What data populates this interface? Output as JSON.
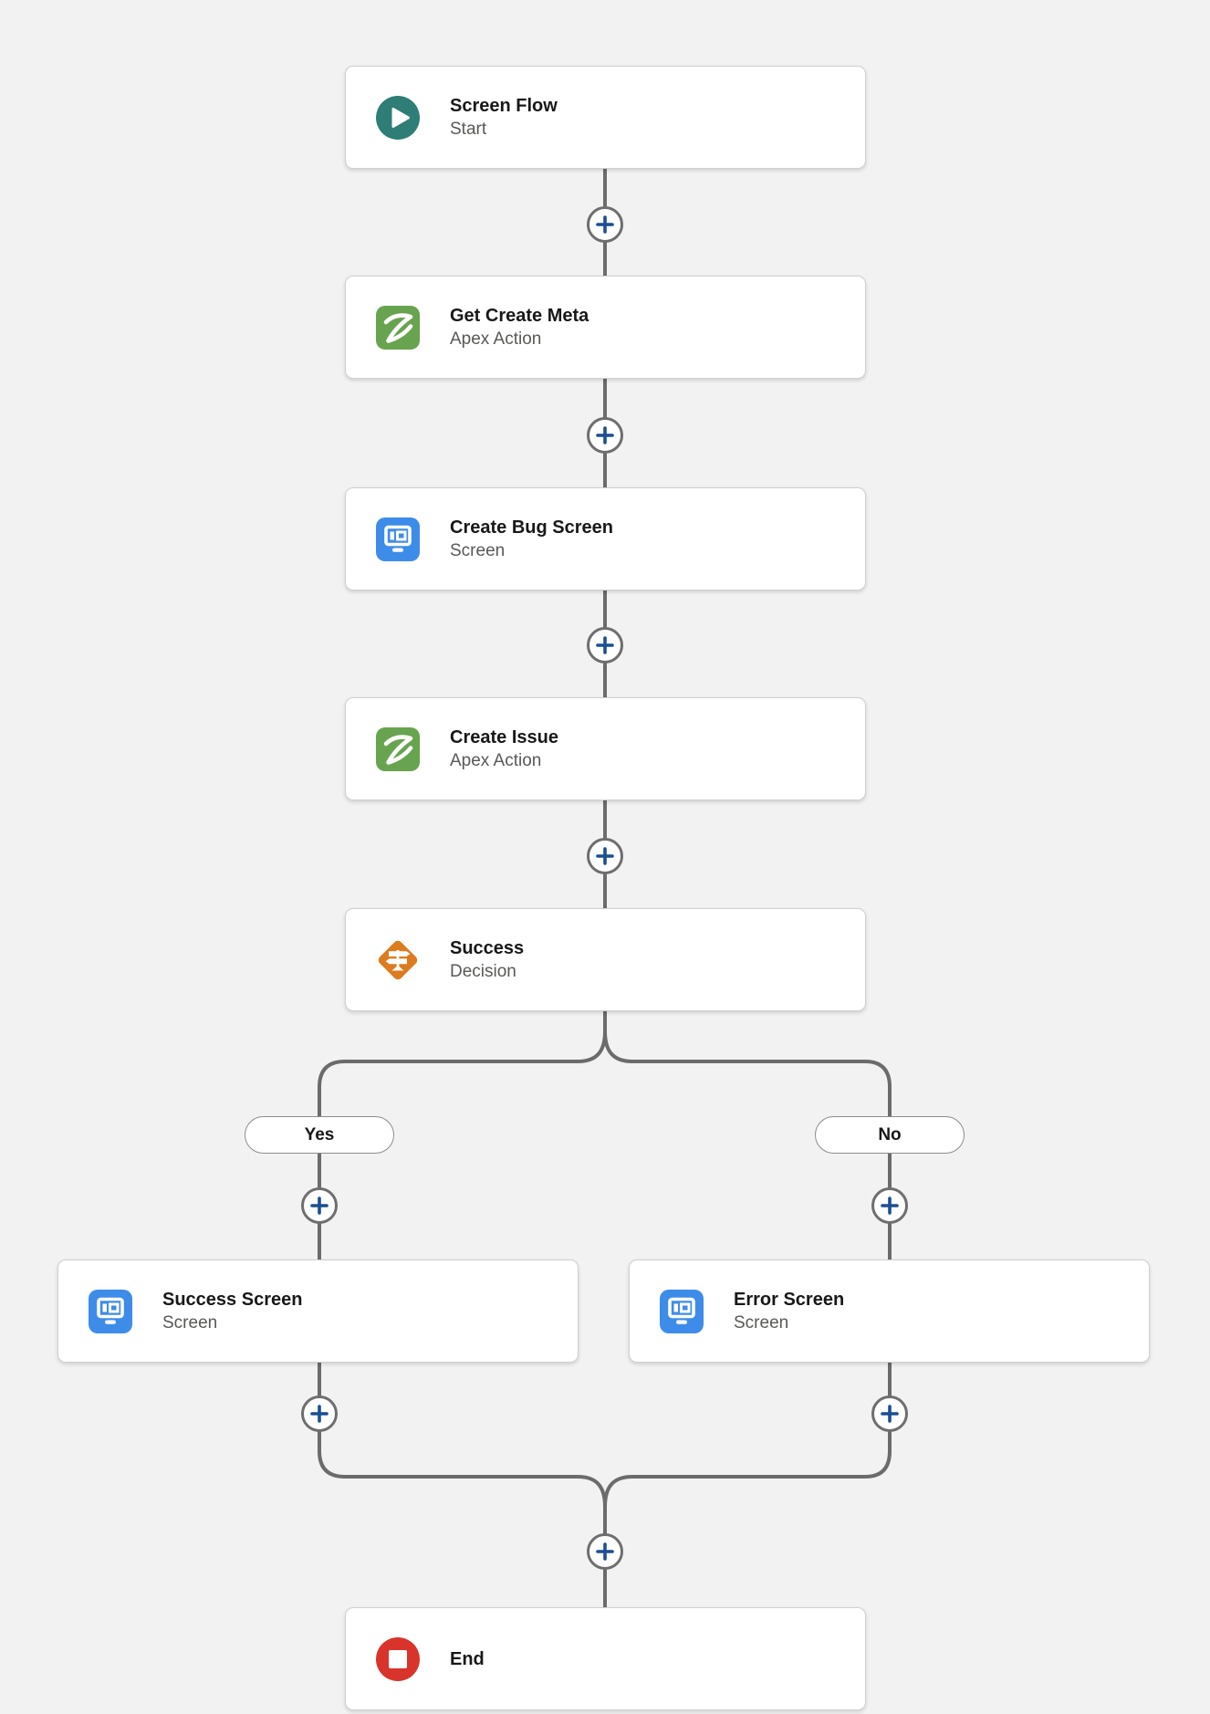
{
  "colors": {
    "canvas_bg": "#f2f2f2",
    "connector": "#6b6b6b",
    "plus_glyph": "#1a4f91",
    "plus_ring": "#6e6e6e",
    "start_icon_bg": "#2e7d77",
    "apex_icon_bg": "#68a44f",
    "screen_icon_bg": "#3e8ce9",
    "decision_icon_bg": "#dd7b1f",
    "end_icon_bg": "#d9342b"
  },
  "flow": {
    "nodes": [
      {
        "title": "Screen Flow",
        "subtitle": "Start",
        "icon": "play-circle-icon"
      },
      {
        "title": "Get Create Meta",
        "subtitle": "Apex Action",
        "icon": "apex-z-icon"
      },
      {
        "title": "Create Bug Screen",
        "subtitle": "Screen",
        "icon": "screen-icon"
      },
      {
        "title": "Create Issue",
        "subtitle": "Apex Action",
        "icon": "apex-z-icon"
      },
      {
        "title": "Success",
        "subtitle": "Decision",
        "icon": "decision-signpost-icon"
      },
      {
        "title": "Success Screen",
        "subtitle": "Screen",
        "icon": "screen-icon"
      },
      {
        "title": "Error Screen",
        "subtitle": "Screen",
        "icon": "screen-icon"
      },
      {
        "title": "End",
        "subtitle": "",
        "icon": "stop-circle-icon"
      }
    ],
    "branches": {
      "yes_label": "Yes",
      "no_label": "No"
    }
  }
}
